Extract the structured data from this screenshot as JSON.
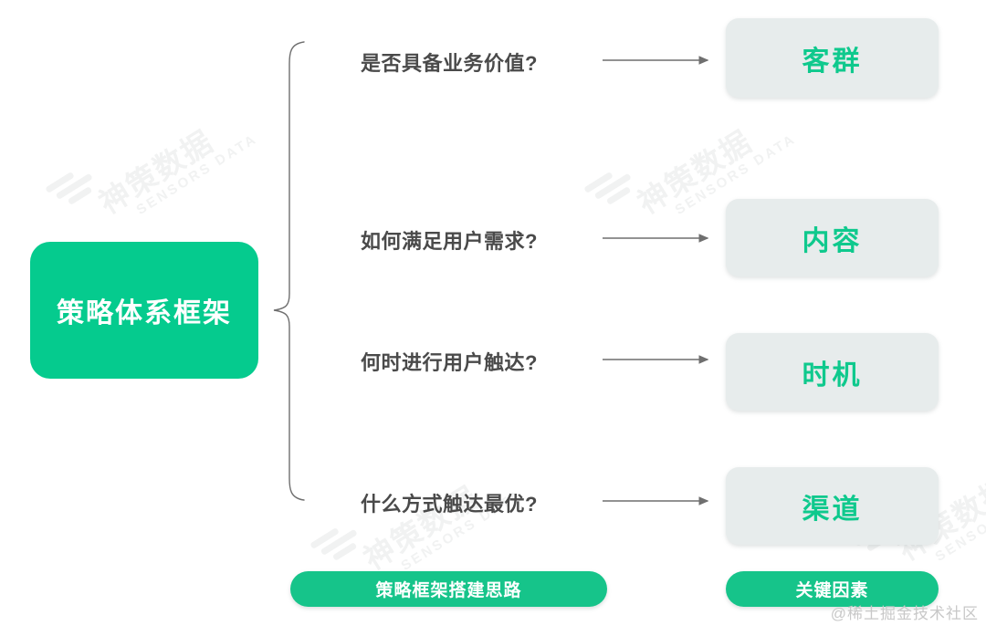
{
  "diagram": {
    "root": {
      "label": "策略体系框架",
      "color": "#05CB8E",
      "text_color": "#ffffff"
    },
    "branches": [
      {
        "question": "是否具备业务价值?",
        "outcome": "客群"
      },
      {
        "question": "如何满足用户需求?",
        "outcome": "内容"
      },
      {
        "question": "何时进行用户触达?",
        "outcome": "时机"
      },
      {
        "question": "什么方式触达最优?",
        "outcome": "渠道"
      }
    ],
    "legend": {
      "left_pill": "策略框架搭建思路",
      "right_pill": "关键因素",
      "pill_color": "#16C48A"
    },
    "outcome_box": {
      "background": "#E7ECEC",
      "text_color": "#0FC98D"
    },
    "connector_color": "#6f6f6f"
  },
  "watermarks": {
    "brand_cn": "神策数据",
    "brand_en": "SENSORS DATA",
    "credit": "@稀土掘金技术社区"
  }
}
